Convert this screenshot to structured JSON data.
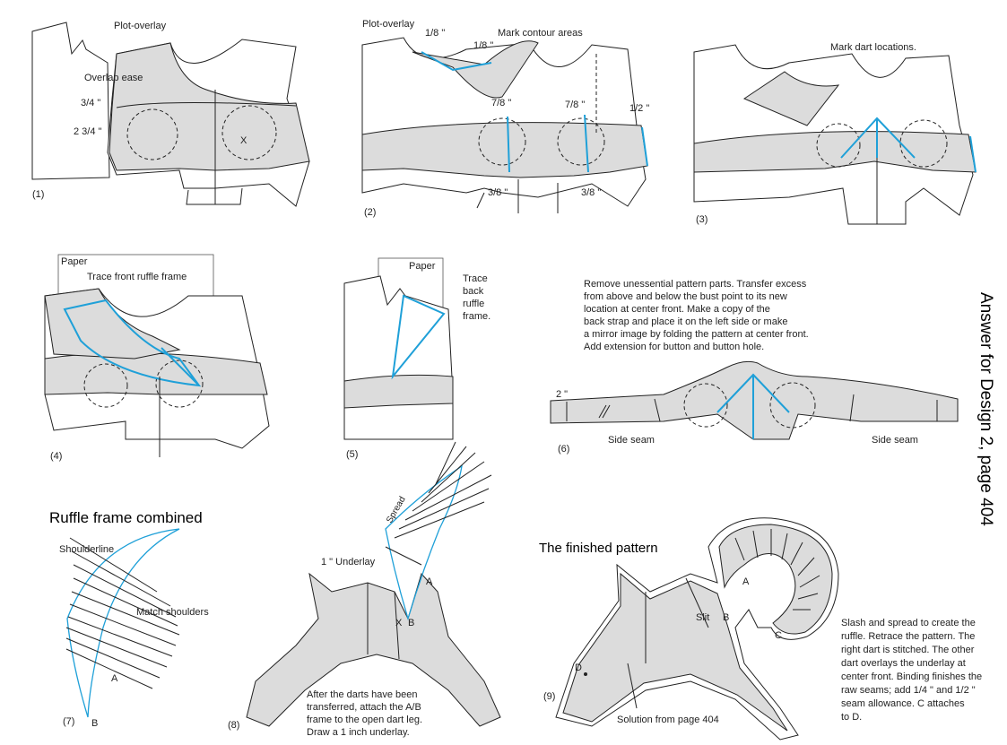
{
  "side_title": "Answer for Design 2, page 404",
  "panels": {
    "p1": {
      "number": "(1)",
      "title": "Plot-overlay",
      "overlap_ease": "Overlap ease",
      "m1": "3/4 \"",
      "m2": "2 3/4 \"",
      "x_mark": "X"
    },
    "p2": {
      "number": "(2)",
      "title": "Plot-overlay",
      "contour": "Mark contour areas",
      "m_a": "1/8 \"",
      "m_b": "1/8 \"",
      "m_c": "7/8 \"",
      "m_d": "7/8 \"",
      "m_e": "1/2 \"",
      "m_f": "3/8 \"",
      "m_g": "3/8 \""
    },
    "p3": {
      "number": "(3)",
      "title": "Mark dart locations."
    },
    "p4": {
      "number": "(4)",
      "paper": "Paper",
      "trace": "Trace front ruffle frame"
    },
    "p5": {
      "number": "(5)",
      "paper": "Paper",
      "trace1": "Trace",
      "trace2": "back",
      "trace3": "ruffle",
      "trace4": "frame."
    },
    "p6": {
      "number": "(6)",
      "instructions": [
        "Remove unessential pattern parts. Transfer excess",
        "from above and below the bust point to its new",
        "location at center front. Make a copy of the",
        "back strap and place it on the left side or make",
        "a mirror image by folding the pattern at center front.",
        "Add extension for button and button hole."
      ],
      "ext": "2 \"",
      "side_left": "Side seam",
      "side_right": "Side seam"
    },
    "p7": {
      "number": "(7)",
      "title": "Ruffle frame combined",
      "shoulder": "Shoulderline",
      "match": "Match shoulders",
      "a": "A",
      "b": "B"
    },
    "p8": {
      "number": "(8)",
      "underlay": "1 \" Underlay",
      "spread": "Spread",
      "a": "A",
      "b": "B",
      "x": "X",
      "caption": [
        "After the darts have been",
        "transferred, attach the A/B",
        "frame to the open dart leg.",
        "Draw a 1 inch underlay."
      ]
    },
    "p9": {
      "number": "(9)",
      "title": "The finished pattern",
      "solution": "Solution from page 404",
      "slit": "Slit",
      "a": "A",
      "b": "B",
      "c": "C",
      "d": "D",
      "caption": [
        "Slash and spread to create the",
        "ruffle. Retrace the pattern. The",
        "right dart is stitched. The other",
        "dart overlays the underlay at",
        "center front. Binding finishes the",
        "raw seams; add 1/4 \" and 1/2 \"",
        "seam allowance. C attaches",
        "to D."
      ]
    }
  }
}
